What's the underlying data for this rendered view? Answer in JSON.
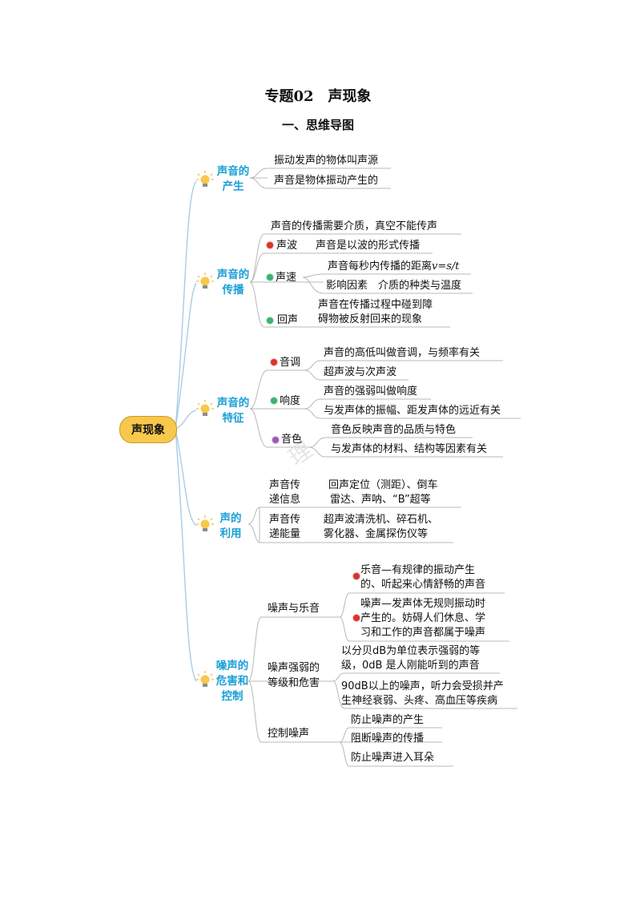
{
  "title": "专题02　声现象",
  "subtitle": "一、思维导图",
  "root": "声现象",
  "watermark": "理",
  "branches": {
    "production": {
      "label_l1": "声音的",
      "label_l2": "产生",
      "items": [
        "振动发声的物体叫声源",
        "声音是物体振动产生的"
      ]
    },
    "propagation": {
      "label_l1": "声音的",
      "label_l2": "传播",
      "intro": "声音的传播需要介质，真空不能传声",
      "wave": {
        "label": "声波",
        "text": "声音是以波的形式传播"
      },
      "speed": {
        "label": "声速",
        "text1": "声音每秒内传播的距离",
        "formula": "v=s/t",
        "factor_label": "影响因素",
        "factor_text": "介质的种类与温度"
      },
      "echo": {
        "label": "回声",
        "text_l1": "声音在传播过程中碰到障",
        "text_l2": "碍物被反射回来的现象"
      }
    },
    "features": {
      "label_l1": "声音的",
      "label_l2": "特征",
      "pitch": {
        "label": "音调",
        "items": [
          "声音的高低叫做音调，与频率有关",
          "超声波与次声波"
        ]
      },
      "loudness": {
        "label": "响度",
        "items": [
          "声音的强弱叫做响度",
          "与发声体的振幅、距发声体的远近有关"
        ]
      },
      "timbre": {
        "label": "音色",
        "items": [
          "音色反映声音的品质与特色",
          "与发声体的材料、结构等因素有关"
        ]
      }
    },
    "uses": {
      "label_l1": "声的",
      "label_l2": "利用",
      "info": {
        "label_l1": "声音传",
        "label_l2": "递信息",
        "text_l1": "回声定位（测距）、倒车",
        "text_l2": "雷达、声呐、“B”超等"
      },
      "energy": {
        "label_l1": "声音传",
        "label_l2": "递能量",
        "text_l1": "超声波清洗机、碎石机、",
        "text_l2": "雾化器、金属探伤仪等"
      }
    },
    "noise": {
      "label_l1": "噪声的",
      "label_l2": "危害和",
      "label_l3": "控制",
      "music": {
        "label": "噪声与乐音",
        "music_l1": "乐音—有规律的振动产生",
        "music_l2": "的、听起来心情舒畅的声音",
        "noise_l1": "噪声—发声体无规则振动时",
        "noise_l2": "产生的。妨碍人们休息、学",
        "noise_l3": "习和工作的声音都属于噪声"
      },
      "level": {
        "label_l1": "噪声强弱的",
        "label_l2": "等级和危害",
        "t1_l1": "以分贝dB为单位表示强弱的等",
        "t1_l2": "级，0dB 是人刚能听到的声音",
        "t2_l1": "90dB以上的噪声，听力会受损并产",
        "t2_l2": "生神经衰弱、头疼、高血压等疾病"
      },
      "control": {
        "label": "控制噪声",
        "items": [
          "防止噪声的产生",
          "阻断噪声的传播",
          "防止噪声进入耳朵"
        ]
      }
    }
  },
  "colors": {
    "branch": "#1a9fd6",
    "root_fill": "#f7c84c",
    "line": "#a9cde3",
    "underline": "#b5b5b5"
  }
}
